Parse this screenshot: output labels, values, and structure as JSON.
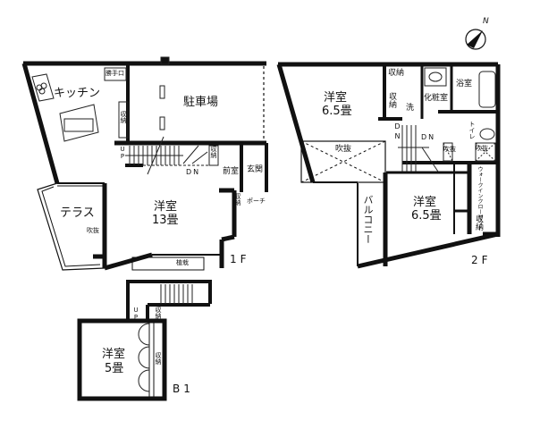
{
  "compass": {
    "label": "N",
    "icon": "north-arrow-icon"
  },
  "floors": {
    "f1": {
      "label": "1F",
      "rooms": {
        "kitchen": "キッチン",
        "back_door": "勝手口",
        "storage_kitchen": "収納",
        "parking": "駐車場",
        "stairs_up": "UP",
        "stairs_down": "DN",
        "storage_hall": "収納",
        "front_room": "前室",
        "entrance": "玄関",
        "storage_entry": "収納",
        "porch": "ポーチ",
        "western_room_name": "洋室",
        "western_room_size": "13畳",
        "terrace": "テラス",
        "void": "吹抜",
        "planter": "植栽"
      }
    },
    "f2": {
      "label": "2F",
      "rooms": {
        "western_room_a_name": "洋室",
        "western_room_a_size": "6.5畳",
        "storage_a": "収納",
        "storage_b": "収納",
        "washroom": "化粧室",
        "washer": "洗",
        "bath": "浴室",
        "toilet": "トイレ",
        "stairs_down_1": "DN",
        "stairs_down_2": "DN",
        "atrium": "吹抜",
        "void_a": "吹抜",
        "void_b": "吹抜",
        "walk_in_closet": "ウォークインクローゼット",
        "balcony": "バルコニー",
        "western_room_b_name": "洋室",
        "western_room_b_size": "6.5畳",
        "storage_c": "収納"
      }
    },
    "b1": {
      "label": "B1",
      "rooms": {
        "western_room_name": "洋室",
        "western_room_size": "5畳",
        "storage_a": "収納",
        "storage_b": "収納",
        "stairs_up": "UP"
      }
    }
  },
  "colors": {
    "wall": "#111111",
    "background": "#ffffff",
    "line": "#222222"
  }
}
